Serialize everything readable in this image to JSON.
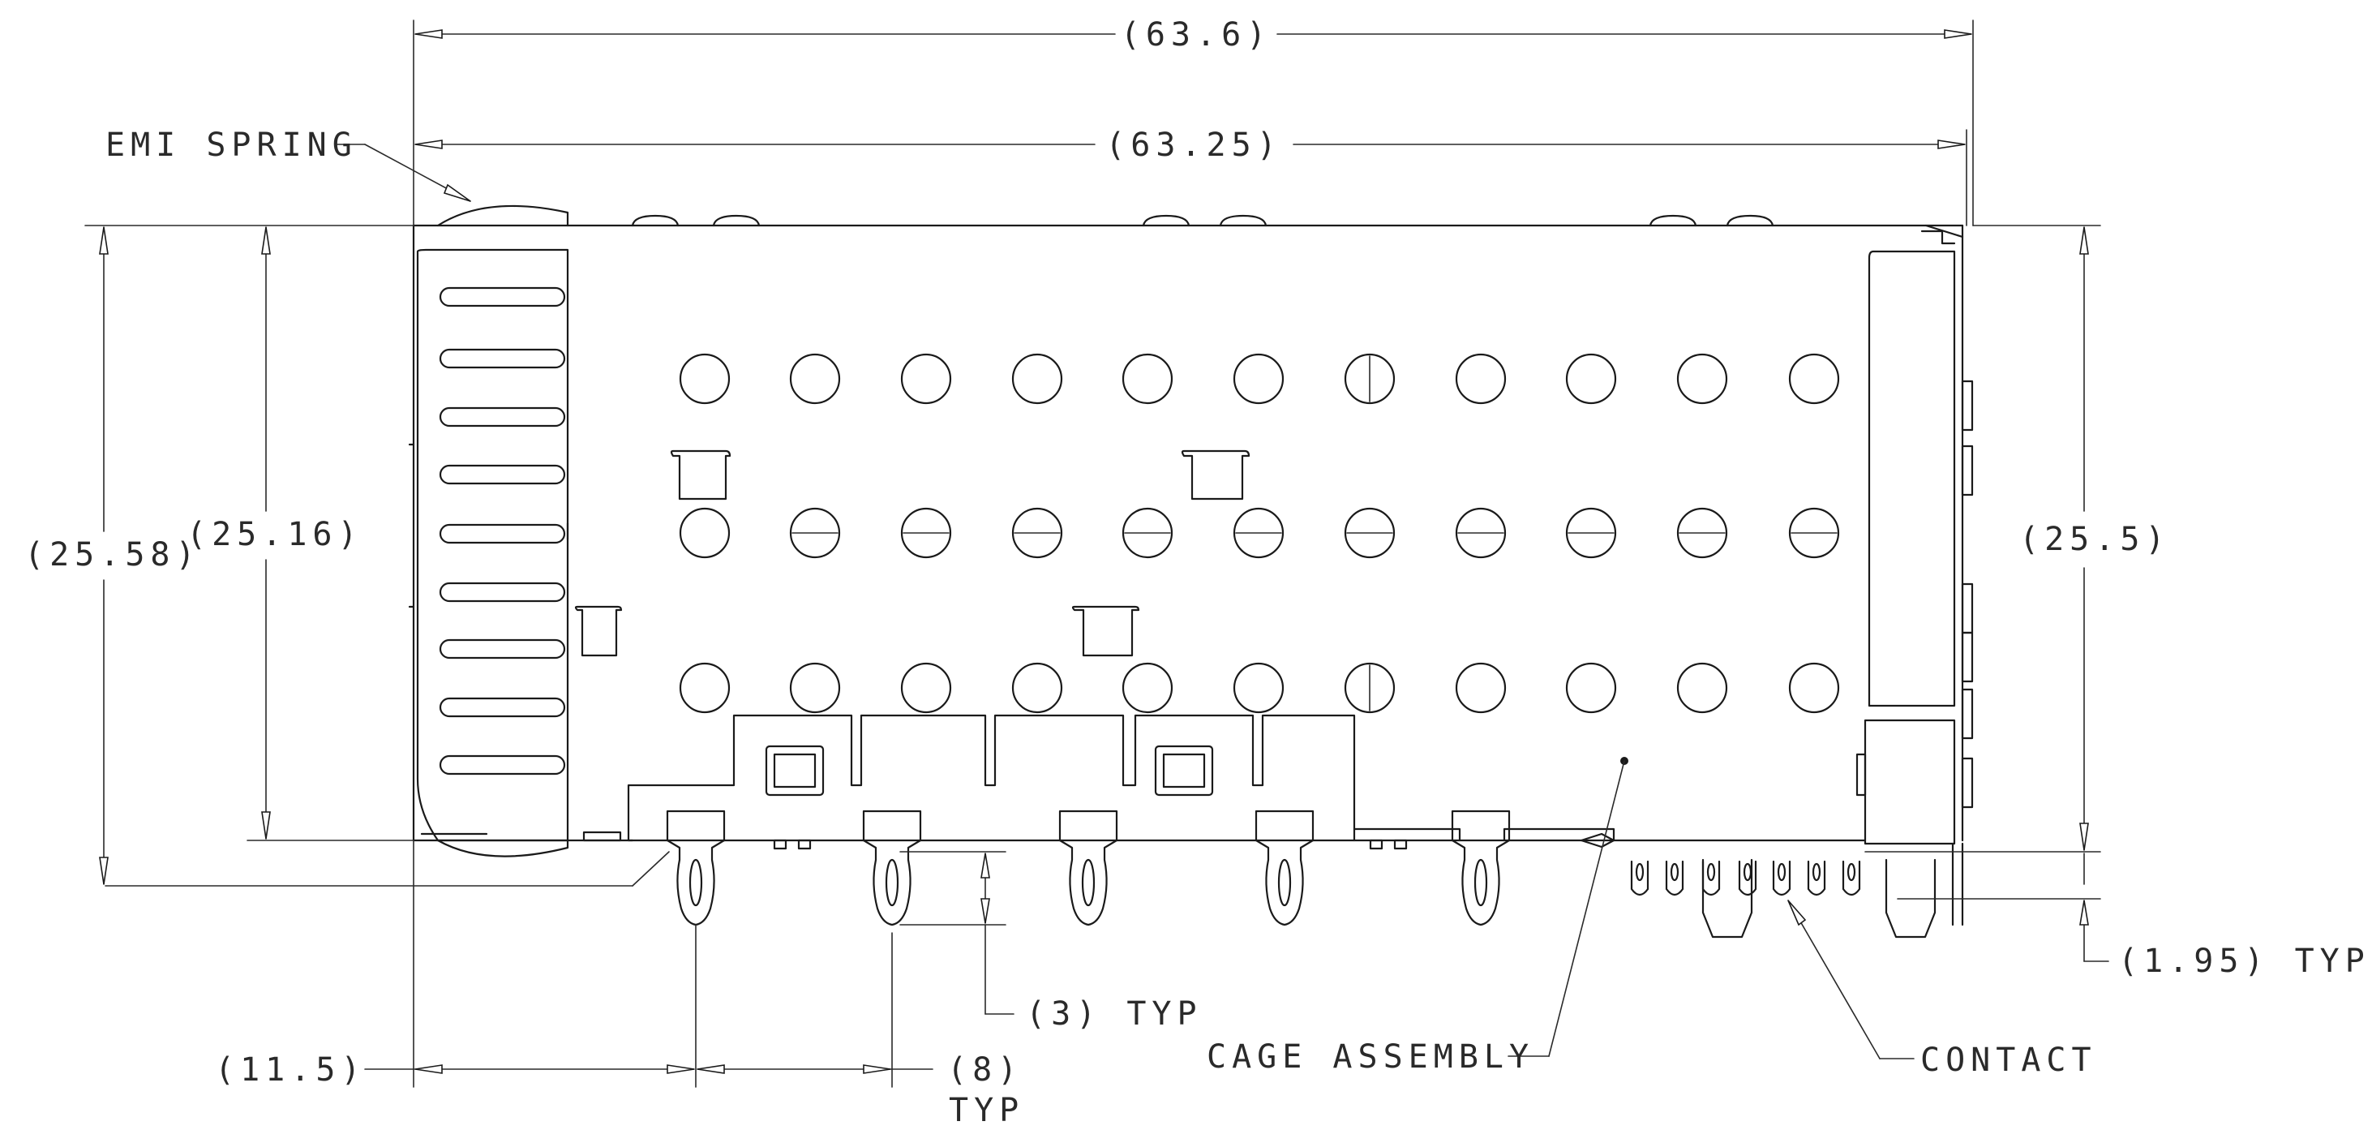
{
  "labels": {
    "emi_spring": "EMI SPRING",
    "cage_assembly": "CAGE ASSEMBLY",
    "contact": "CONTACT"
  },
  "dimensions": {
    "overall_length": "(63.6)",
    "body_length": "(63.25)",
    "left_outer_height": "(25.58)",
    "left_inner_height": "(25.16)",
    "right_height": "(25.5)",
    "contact_offset": "(1.95) TYP",
    "pin_length": "(3) TYP",
    "first_pin_offset": "(11.5)",
    "pin_pitch": "(8)",
    "pin_pitch_typ": "TYP"
  },
  "colors": {
    "line": "#1a1a1a",
    "background": "#ffffff"
  }
}
